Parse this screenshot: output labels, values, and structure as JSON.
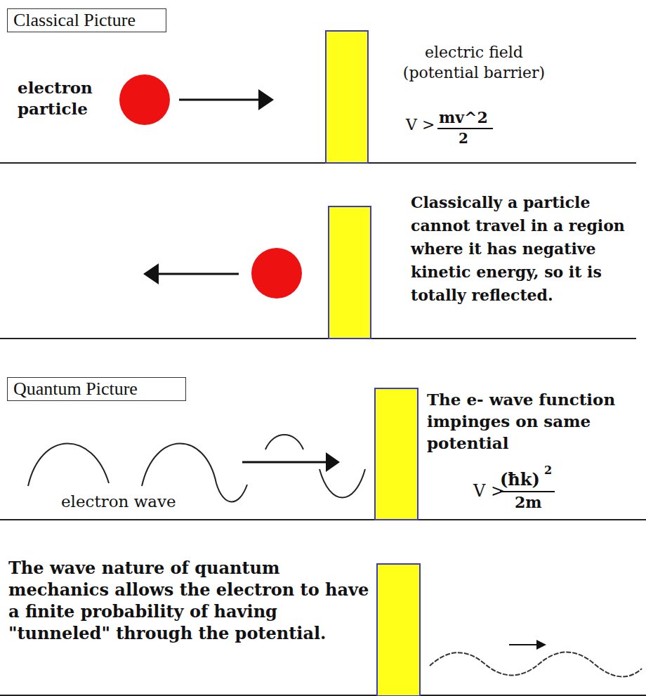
{
  "diagram": {
    "nodes": [
      {
        "text": [
          "Classical Picture"
        ]
      },
      {
        "text": [
          "Quantum Picture"
        ]
      }
    ],
    "labels": [
      "electron particle",
      "electric field (potential barrier)",
      "V >",
      "mv^2",
      "2",
      "Classically a particle cannot travel in a region where it has negative kinetic energy, so it is totally reflected.",
      "electron wave",
      "The e- wave function impinges on same potential",
      "V >",
      "(ħk)",
      "2",
      "2m",
      "The wave nature of quantum mechanics allows the electron to have a finite probability of having \"tunneled\" through the potential."
    ]
  }
}
